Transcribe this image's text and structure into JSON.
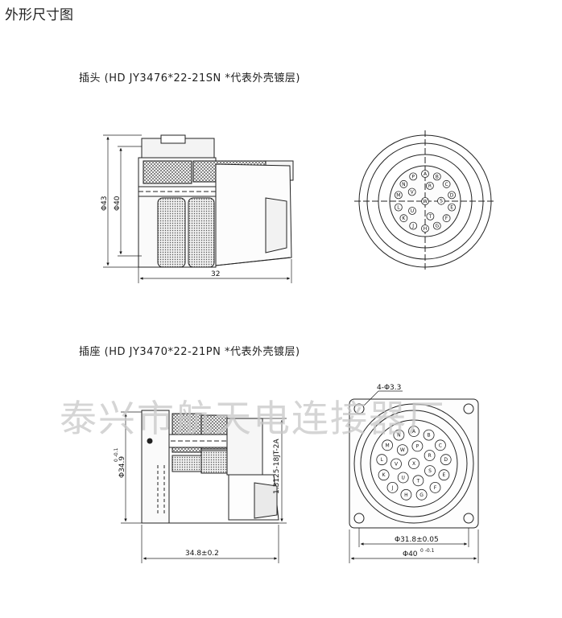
{
  "page_title": "外形尺寸图",
  "plug": {
    "title": "插头 (HD JY3476*22-21SN    *代表外壳镀层)",
    "dim_phi43": "Φ43",
    "dim_phi40": "Φ40",
    "dim_length": "32",
    "pins": [
      "A",
      "B",
      "C",
      "D",
      "E",
      "F",
      "G",
      "H",
      "J",
      "K",
      "L",
      "M",
      "N",
      "P",
      "R",
      "S",
      "T",
      "U",
      "V",
      "W"
    ]
  },
  "receptacle": {
    "title": "插座 (HD JY3470*22-21PN    *代表外壳镀层)",
    "dim_phi349": "Φ34.9",
    "dim_phi349_tol": "0 -0.1",
    "dim_thread": "1.3125-18JT-2A",
    "dim_length": "34.8±0.2",
    "dim_holes": "4-Φ3.3",
    "dim_phi318": "Φ31.8±0.05",
    "dim_phi40": "Φ40",
    "dim_phi40_tol": "0 -0.1",
    "pins": [
      "A",
      "B",
      "C",
      "D",
      "E",
      "F",
      "G",
      "H",
      "J",
      "K",
      "L",
      "M",
      "N",
      "P",
      "R",
      "S",
      "T",
      "U",
      "V",
      "W",
      "X"
    ]
  },
  "watermark": "泰兴市航天电连接器厂"
}
